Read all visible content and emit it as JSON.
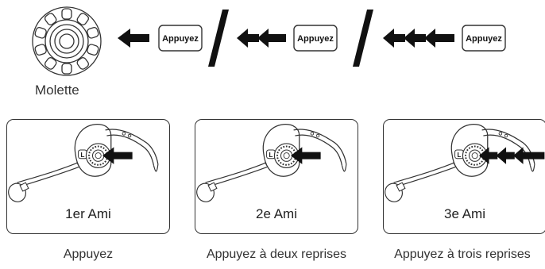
{
  "knob": {
    "label": "Molette"
  },
  "press_sequences": [
    {
      "button_label": "Appuyez",
      "arrows": 1
    },
    {
      "button_label": "Appuyez",
      "arrows": 2
    },
    {
      "button_label": "Appuyez",
      "arrows": 3
    }
  ],
  "separator": "/",
  "panels": [
    {
      "label": "1er Ami",
      "caption": "Appuyez",
      "arrows": 1
    },
    {
      "label": "2e Ami",
      "caption": "Appuyez à deux reprises",
      "arrows": 1
    },
    {
      "label": "3e Ami",
      "caption": "Appuyez à trois reprises",
      "arrows": 3
    }
  ],
  "colors": {
    "line": "#333333",
    "arrow": "#111111",
    "background": "#ffffff"
  },
  "icons": [
    "scroll-wheel-icon",
    "left-arrow-icon",
    "slash-separator",
    "headset-illustration"
  ]
}
